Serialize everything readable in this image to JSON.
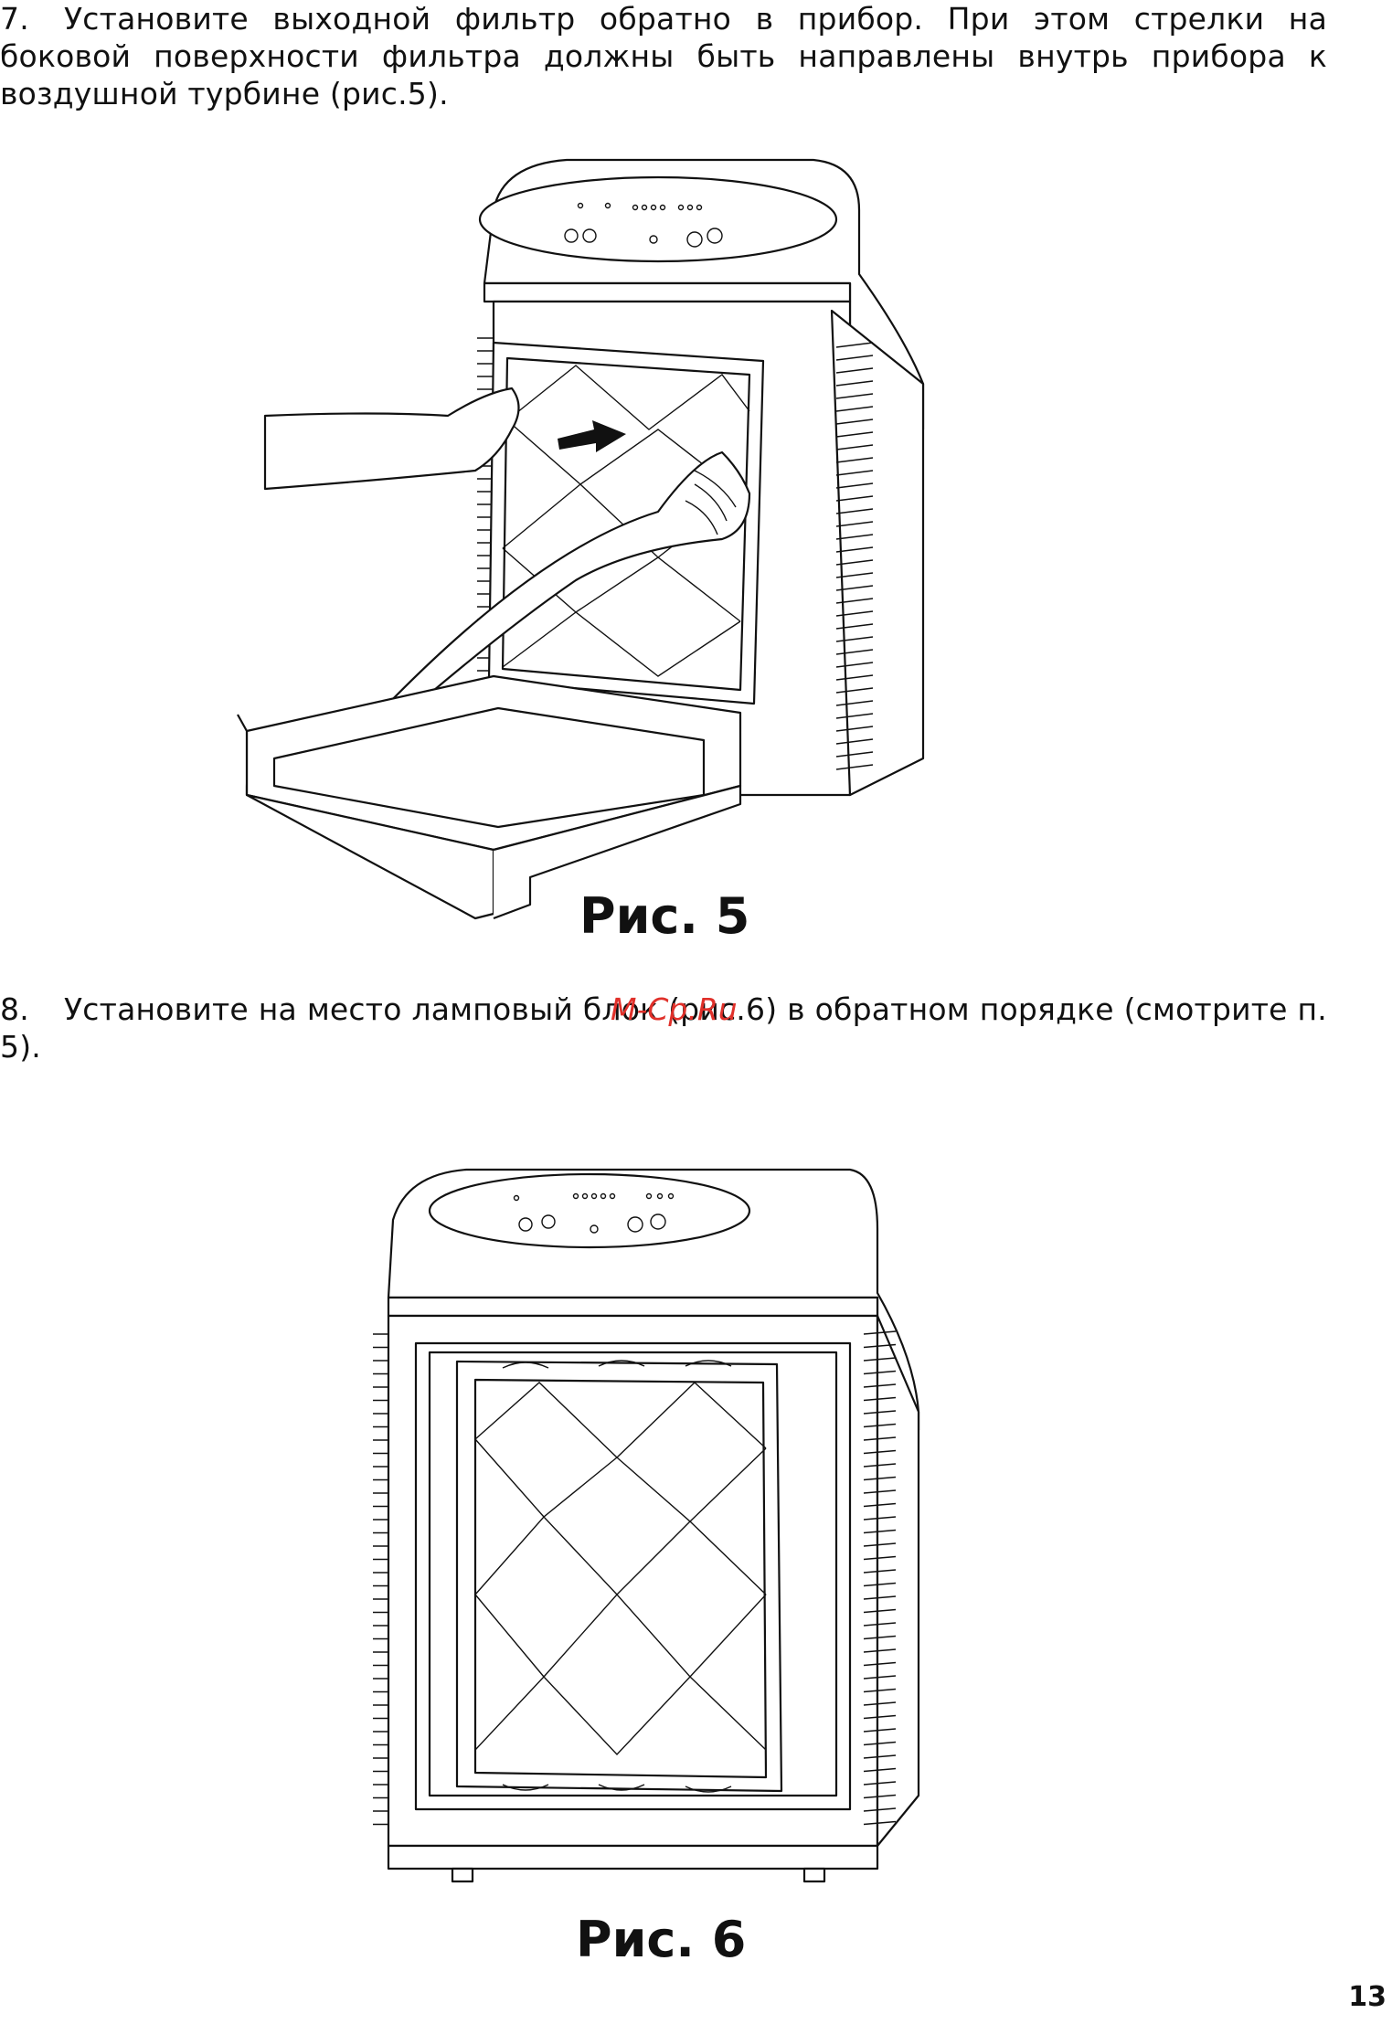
{
  "step7": {
    "number": "7.",
    "text": "Установите выходной фильтр обратно в прибор. При этом стрелки на боковой поверхности фильтра должны быть направлены внутрь прибора к воздушной турбине (рис.5)."
  },
  "figure5": {
    "caption": "Рис. 5"
  },
  "step8": {
    "number": "8.",
    "text": "Установите на место ламповый блок (рис.6) в обратном порядке (смотрите п. 5)."
  },
  "watermark": "M-Cp.Ru",
  "figure6": {
    "caption": "Рис. 6"
  },
  "page_number": "13"
}
